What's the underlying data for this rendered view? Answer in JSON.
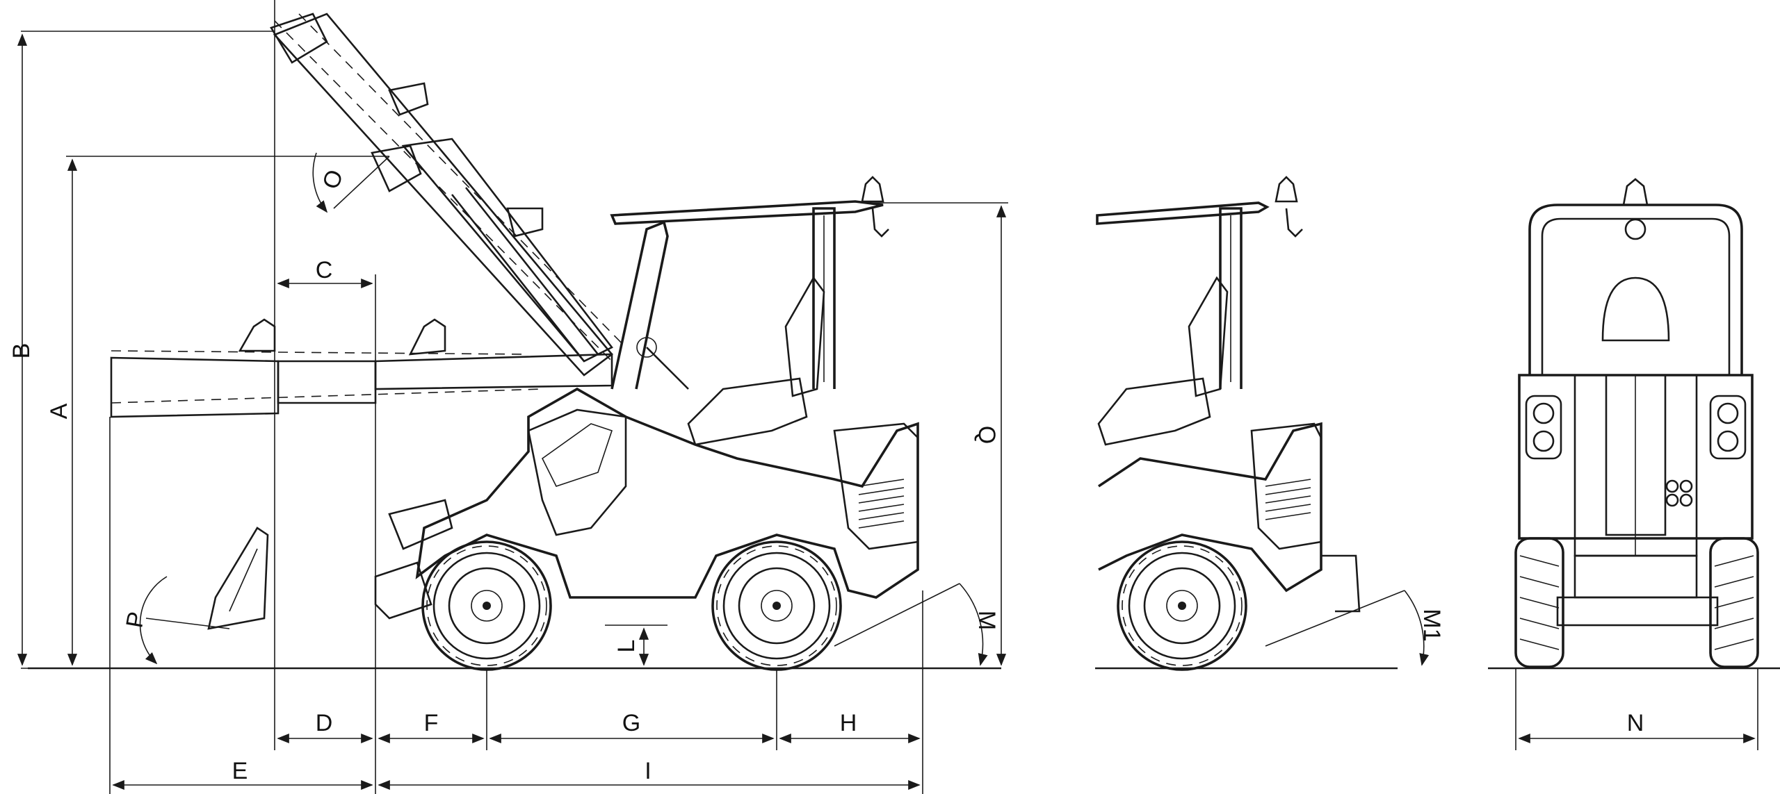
{
  "diagram": {
    "dimension_labels": {
      "A": "A",
      "B": "B",
      "C": "C",
      "D": "D",
      "E": "E",
      "F": "F",
      "G": "G",
      "H": "H",
      "I": "I",
      "L": "L",
      "M": "M",
      "M1": "M1",
      "N": "N",
      "O": "O",
      "P": "P",
      "Q": "Q"
    }
  }
}
